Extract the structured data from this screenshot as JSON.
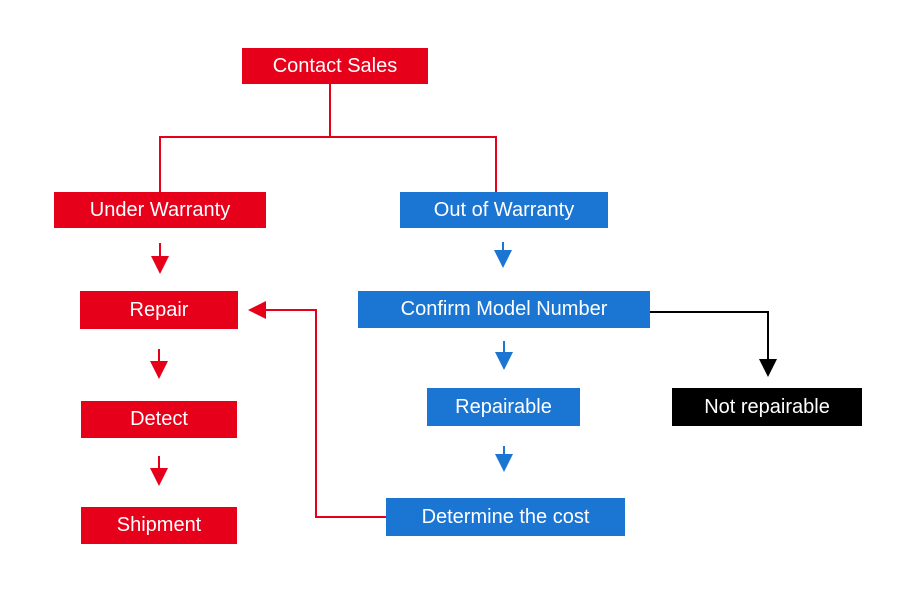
{
  "diagram": {
    "type": "flowchart",
    "colors": {
      "red": "#e60019",
      "blue": "#1b75d2",
      "black": "#000000",
      "background": "#ffffff",
      "node_text": "#ffffff"
    },
    "nodes": {
      "contact_sales": "Contact Sales",
      "under_warranty": "Under Warranty",
      "out_of_warranty": "Out of Warranty",
      "repair": "Repair",
      "confirm_model_number": "Confirm Model Number",
      "detect": "Detect",
      "repairable": "Repairable",
      "not_repairable": "Not repairable",
      "shipment": "Shipment",
      "determine_the_cost": "Determine the cost"
    },
    "edges": [
      {
        "from": "Contact Sales",
        "to": "Under Warranty",
        "color": "red"
      },
      {
        "from": "Contact Sales",
        "to": "Out of Warranty",
        "color": "red"
      },
      {
        "from": "Under Warranty",
        "to": "Repair",
        "color": "red"
      },
      {
        "from": "Repair",
        "to": "Detect",
        "color": "red"
      },
      {
        "from": "Detect",
        "to": "Shipment",
        "color": "red"
      },
      {
        "from": "Out of Warranty",
        "to": "Confirm Model Number",
        "color": "blue"
      },
      {
        "from": "Confirm Model Number",
        "to": "Repairable",
        "color": "blue"
      },
      {
        "from": "Confirm Model Number",
        "to": "Not repairable",
        "color": "black"
      },
      {
        "from": "Repairable",
        "to": "Determine the cost",
        "color": "blue"
      },
      {
        "from": "Determine the cost",
        "to": "Repair",
        "color": "red"
      }
    ]
  }
}
